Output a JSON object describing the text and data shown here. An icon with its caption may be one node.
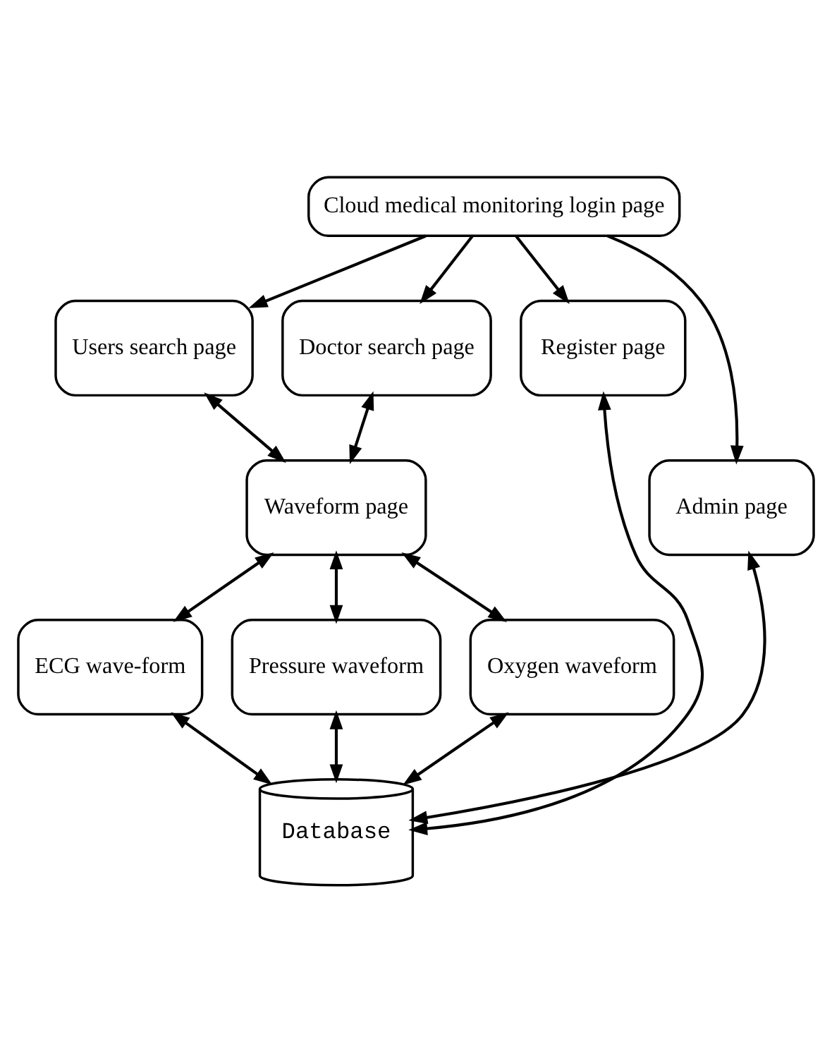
{
  "diagram": {
    "nodes": [
      {
        "text": [
          "Cloud medical monitoring login page"
        ]
      },
      {
        "text": [
          "Users search page"
        ]
      },
      {
        "text": [
          "Doctor search page"
        ]
      },
      {
        "text": [
          "Register page"
        ]
      },
      {
        "text": [
          "Waveform page"
        ]
      },
      {
        "text": [
          "Admin page"
        ]
      },
      {
        "text": [
          "ECG wave-form"
        ]
      },
      {
        "text": [
          "Pressure waveform"
        ]
      },
      {
        "text": [
          "Oxygen waveform"
        ]
      },
      {
        "text": [
          "Database"
        ]
      }
    ],
    "edges": [
      {
        "from": 0,
        "to": 1,
        "arrow": "to"
      },
      {
        "from": 0,
        "to": 2,
        "arrow": "to"
      },
      {
        "from": 0,
        "to": 5,
        "arrow": "to"
      },
      {
        "from": 0,
        "to": 3,
        "arrow": "to"
      },
      {
        "from": 1,
        "to": 4,
        "arrow": "both"
      },
      {
        "from": 2,
        "to": 4,
        "arrow": "both"
      },
      {
        "from": 4,
        "to": 6,
        "arrow": "both"
      },
      {
        "from": 4,
        "to": 7,
        "arrow": "both"
      },
      {
        "from": 4,
        "to": 8,
        "arrow": "both"
      },
      {
        "from": 6,
        "to": 9,
        "arrow": "both"
      },
      {
        "from": 7,
        "to": 9,
        "arrow": "both"
      },
      {
        "from": 8,
        "to": 9,
        "arrow": "both"
      },
      {
        "from": 9,
        "to": 5,
        "arrow": "both"
      },
      {
        "from": 9,
        "to": 3,
        "arrow": "both"
      }
    ]
  }
}
